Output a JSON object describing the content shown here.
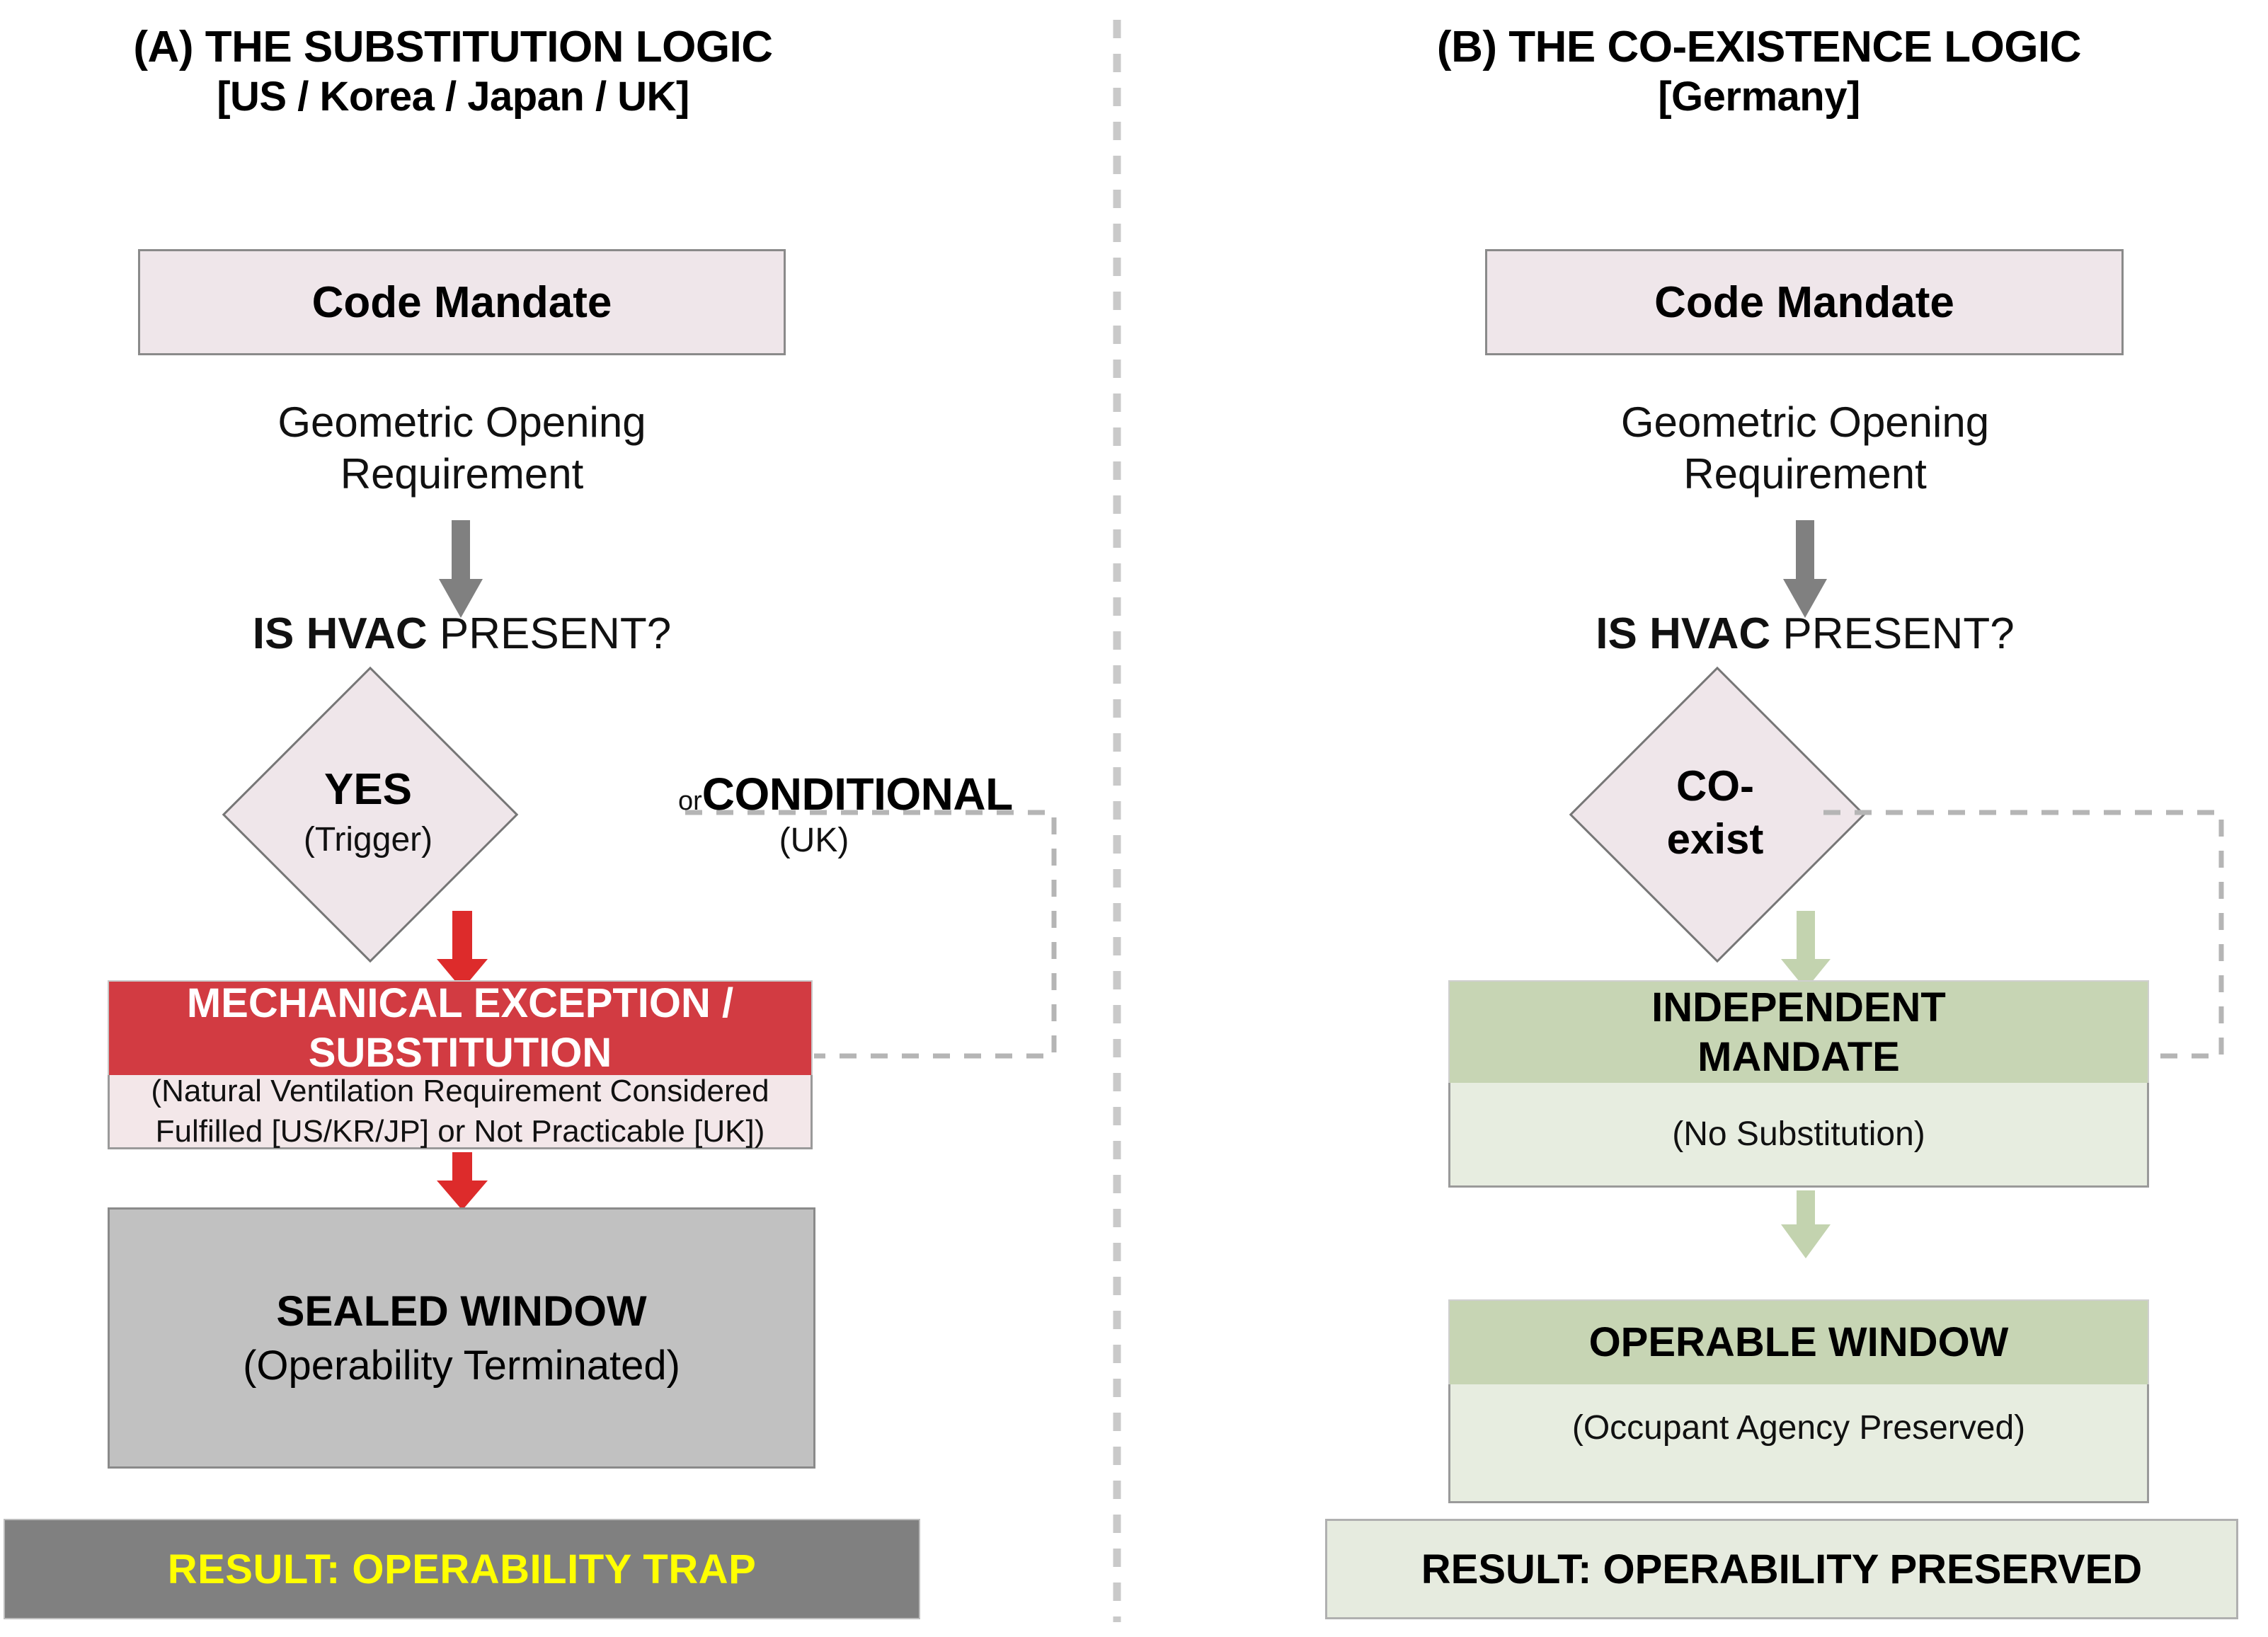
{
  "figure": {
    "background": "#ffffff",
    "divider": {
      "name": "vertical-dashed-divider",
      "color": "#c9c9c9"
    }
  },
  "panels": [
    {
      "id": "A",
      "title": "(A) THE SUBSTITUTION LOGIC",
      "subtitle": "[US / Korea / Japan / UK]",
      "mandate_box": "Code Mandate",
      "requirement": "Geometric Opening\nRequirement",
      "requirement_line1": "Geometric Opening",
      "requirement_line2": "Requirement",
      "question_bold": "IS HVAC",
      "question_rest": " PRESENT?",
      "decision": {
        "label": "YES",
        "sublabel": "(Trigger)"
      },
      "alternative": {
        "or": "or",
        "label": "CONDITIONAL",
        "sublabel": "(UK)"
      },
      "outcome": {
        "head_line1": "MECHANICAL EXCEPTION /",
        "head_line2": "SUBSTITUTION",
        "note_line1": "(Natural Ventilation Requirement Considered",
        "note_line2": "Fulfilled [US/KR/JP] or Not Practicable [UK])"
      },
      "terminal": {
        "title": "SEALED WINDOW",
        "subtitle": "(Operability Terminated)"
      },
      "result_banner": "RESULT:  OPERABILITY TRAP",
      "colors": {
        "mandate_fill": "#EFE6EA",
        "outcome_head_fill": "#D23B42",
        "outcome_note_fill": "#F3E7E9",
        "terminal_fill": "#C1C1C1",
        "banner_fill": "#808080",
        "banner_text": "#FFFF00",
        "arrow": "#DD2B2B",
        "top_arrow": "#808080"
      }
    },
    {
      "id": "B",
      "title": "(B) THE CO-EXISTENCE LOGIC",
      "subtitle": "[Germany]",
      "mandate_box": "Code Mandate",
      "requirement_line1": "Geometric Opening",
      "requirement_line2": "Requirement",
      "question_bold": "IS HVAC",
      "question_rest": " PRESENT?",
      "decision": {
        "line1": "CO-",
        "line2": "exist"
      },
      "outcome": {
        "head_line1": "INDEPENDENT",
        "head_line2": "MANDATE",
        "note_line1": "(No Substitution)"
      },
      "terminal": {
        "title": "OPERABLE WINDOW",
        "subtitle": "(Occupant Agency Preserved)"
      },
      "result_banner": "RESULT: OPERABILITY PRESERVED",
      "colors": {
        "mandate_fill": "#EFE6EA",
        "outcome_head_fill": "#C7D5B4",
        "outcome_note_fill": "#E7EDE0",
        "terminal_head_fill": "#C7D5B4",
        "terminal_note_fill": "#E7EDE0",
        "banner_fill": "#E6EBDF",
        "banner_text": "#000000",
        "arrow": "#C3D3AF",
        "top_arrow": "#808080"
      }
    }
  ]
}
